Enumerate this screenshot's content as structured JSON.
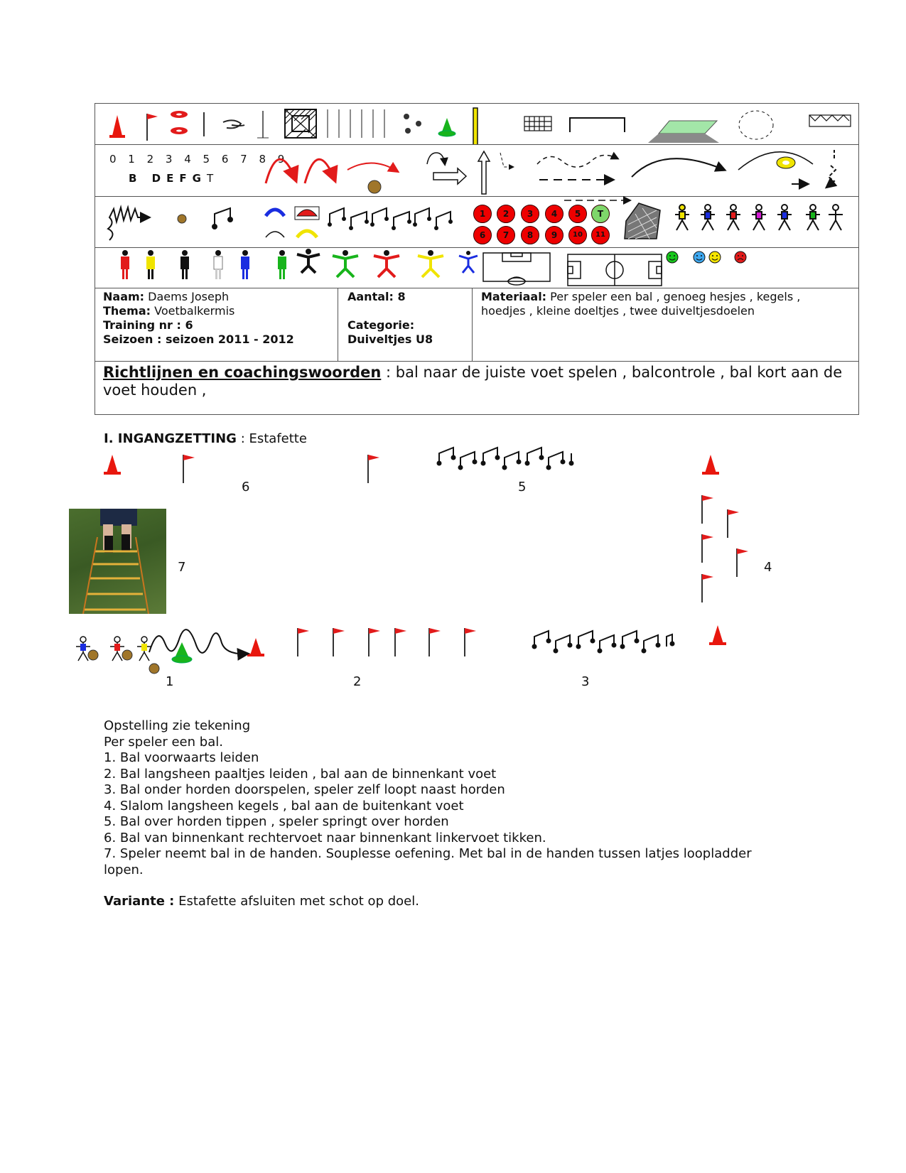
{
  "legend": {
    "numbers": "0 1 2 3 4 5 6 7 8 9",
    "letters": [
      "B",
      "D",
      "E",
      "F",
      "G",
      "T"
    ],
    "red_circles_top": [
      "1",
      "2",
      "3",
      "4",
      "5"
    ],
    "green_circle": "T",
    "red_circles_bottom": [
      "6",
      "7",
      "8",
      "9",
      "10",
      "11"
    ]
  },
  "info": {
    "naam_label": "Naam:",
    "naam_value": "Daems Joseph",
    "thema_label": "Thema:",
    "thema_value": "Voetbalkermis",
    "training_label": "Training nr : 6",
    "seizoen_label": "Seizoen : seizoen 2011 - 2012",
    "aantal_label": "Aantal: 8",
    "categorie_label": "Categorie:",
    "categorie_value": "Duiveltjes U8",
    "materiaal_label": "Materiaal:",
    "materiaal_line1": "Per speler een bal , genoeg hesjes , kegels ,",
    "materiaal_line2": "hoedjes , kleine doeltjes , twee duiveltjesdoelen"
  },
  "richtlijnen": {
    "label": "Richtlijnen en coachingswoorden",
    "line1": " : bal naar de juiste voet spelen , balcontrole , bal kort aan de",
    "line2": "voet houden ,"
  },
  "section": {
    "title": "I. INGANGZETTING",
    "subtitle": " : Estafette"
  },
  "stations": [
    "1",
    "2",
    "3",
    "4",
    "5",
    "6",
    "7"
  ],
  "description": {
    "lines": [
      "Opstelling zie tekening",
      "Per speler een bal.",
      "1. Bal voorwaarts leiden",
      "2. Bal langsheen paaltjes leiden , bal aan de binnenkant voet",
      "3. Bal onder horden doorspelen, speler zelf loopt naast horden",
      "4. Slalom langsheen kegels , bal aan de buitenkant voet",
      "5. Bal over horden tippen , speler springt over horden",
      "6. Bal van binnenkant rechtervoet naar binnenkant linkervoet tikken.",
      "7. Speler neemt bal in de handen. Souplesse oefening. Met bal in de handen tussen latjes loopladder",
      "lopen."
    ],
    "variante_label": "Variante :",
    "variante_text": " Estafette afsluiten met schot op doel."
  },
  "colors": {
    "cone": "#e8170e",
    "flag": "#e21b1b",
    "green": "#18b41c",
    "yellow": "#f0e400",
    "blue": "#1a2de0"
  }
}
